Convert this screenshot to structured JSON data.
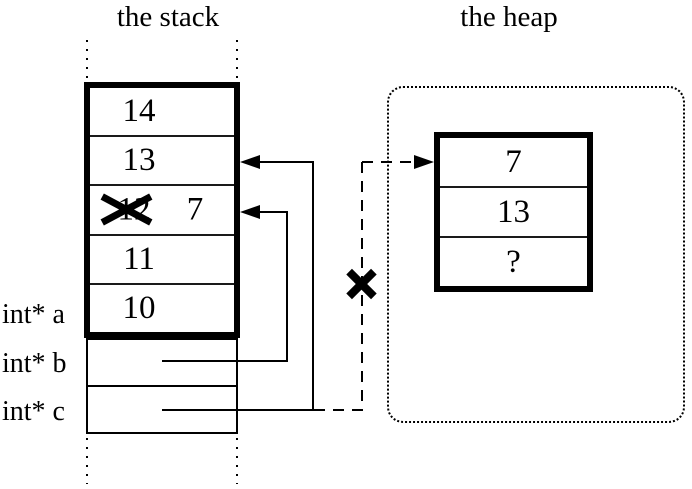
{
  "figure": {
    "titles": {
      "stack": "the stack",
      "heap": "the heap"
    },
    "stack": {
      "cells": [
        {
          "value": "14"
        },
        {
          "value": "13"
        },
        {
          "value": "12",
          "crossed_out": true,
          "replacement": "7"
        },
        {
          "value": "11"
        },
        {
          "value": "10"
        }
      ],
      "pointer_labels": [
        {
          "label": "int* a"
        },
        {
          "label": "int* b"
        },
        {
          "label": "int* c"
        }
      ]
    },
    "heap": {
      "cells": [
        {
          "value": "7"
        },
        {
          "value": "13"
        },
        {
          "value": "?"
        }
      ]
    },
    "colors": {
      "ink": "#000000",
      "paper": "#ffffff"
    }
  }
}
